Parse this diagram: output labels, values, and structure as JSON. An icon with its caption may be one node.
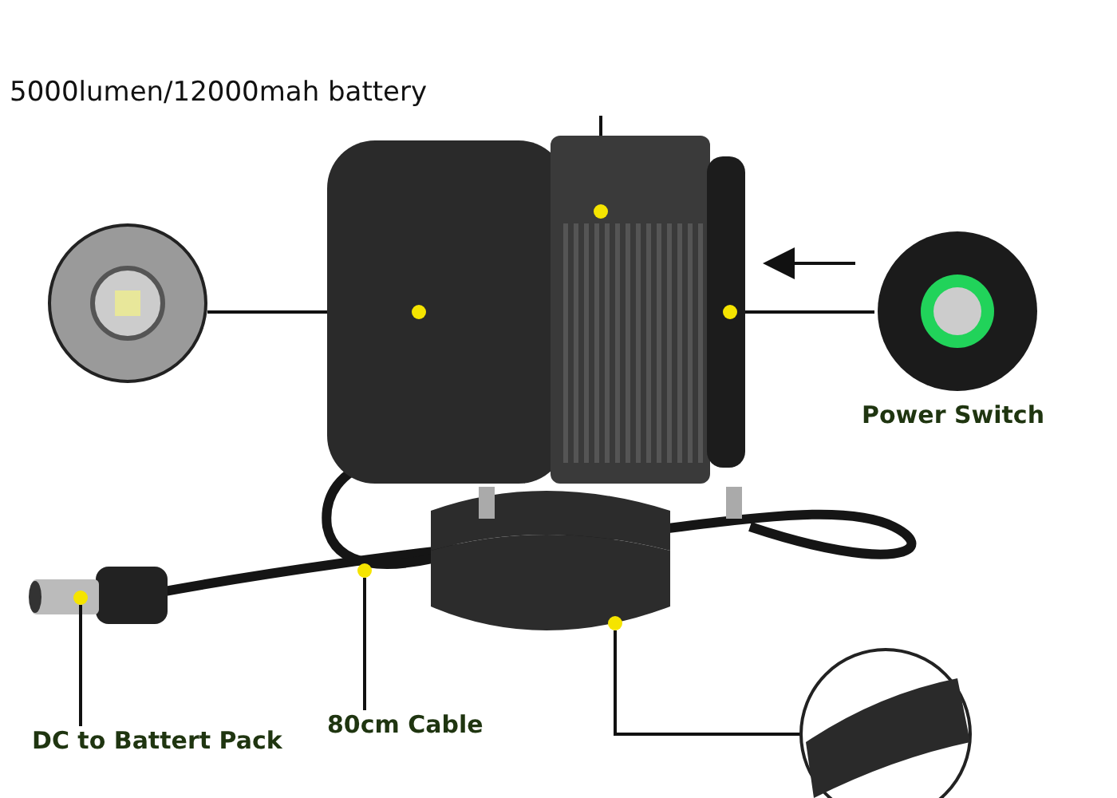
{
  "diagram": {
    "title": "5000lumen/12000mah battery",
    "nodes": [
      {
        "text": [],
        "shape": "picture"
      },
      {
        "text": [],
        "shape": "circle",
        "in": 0
      },
      {
        "text": [],
        "shape": "circle",
        "in": 0
      },
      {
        "text": [],
        "shape": "circle",
        "in": 0
      },
      {
        "text": [],
        "shape": "circle"
      },
      {
        "text": [],
        "shape": "circle",
        "in": 0
      },
      {
        "text": [],
        "shape": "circle",
        "in": 0
      },
      {
        "text": [],
        "shape": "picture"
      },
      {
        "text": [
          "Power Switch"
        ]
      },
      {
        "text": [
          "DC to Battert Pack"
        ]
      },
      {
        "text": [
          "80cm Cable"
        ]
      },
      {
        "text": [],
        "shape": "picture"
      }
    ],
    "edges": [
      {
        "from": 7,
        "to": 1,
        "arrow": "none"
      },
      {
        "from": null,
        "to": 2,
        "arrow": "none"
      },
      {
        "from": 8,
        "to": 3,
        "arrow": "none"
      },
      {
        "from": 9,
        "to": 4,
        "arrow": "none"
      },
      {
        "from": 10,
        "to": 5,
        "arrow": "none"
      },
      {
        "from": 11,
        "to": 6,
        "arrow": "none"
      }
    ]
  }
}
